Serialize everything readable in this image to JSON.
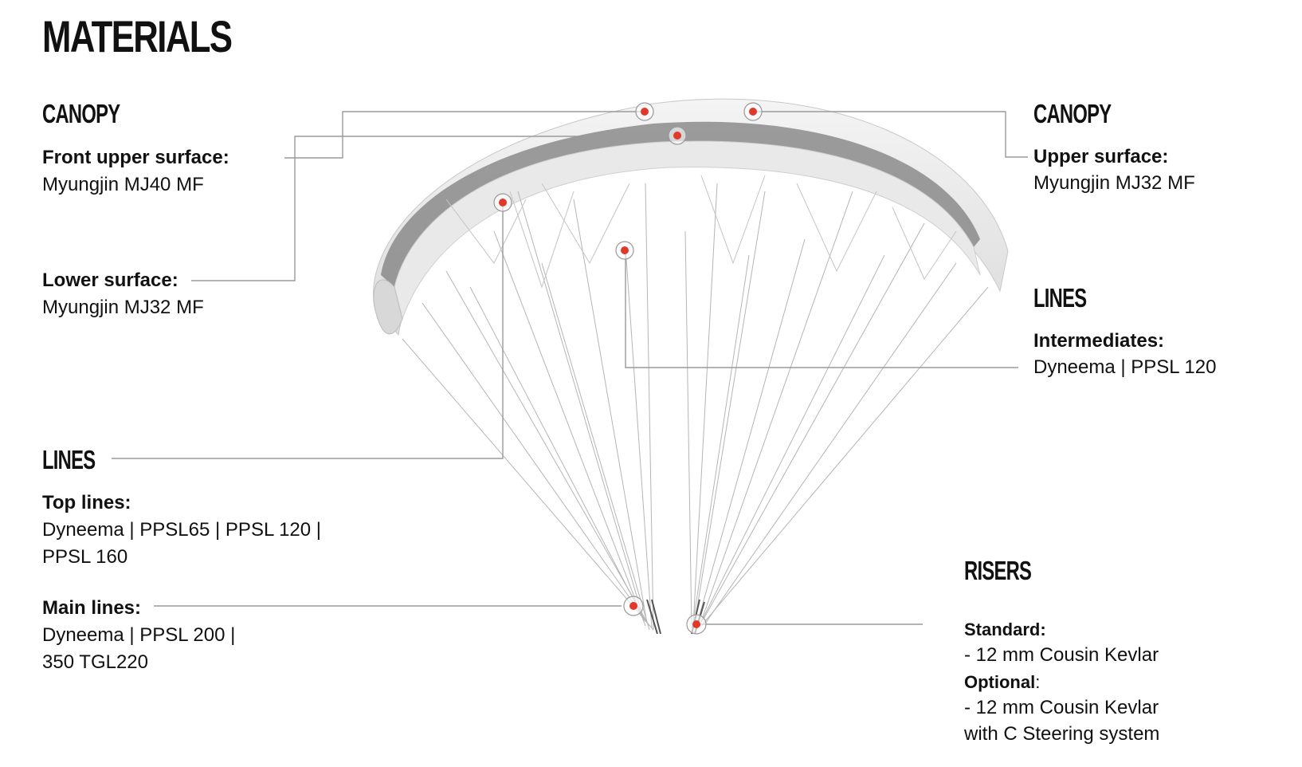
{
  "title": "MATERIALS",
  "canopy_left": {
    "heading": "CANOPY",
    "front_upper_label": "Front upper surface:",
    "front_upper_value": "Myungjin MJ40 MF",
    "lower_label": "Lower surface:",
    "lower_value": "Myungjin MJ32 MF"
  },
  "canopy_right": {
    "heading": "CANOPY",
    "upper_label": "Upper surface:",
    "upper_value": "Myungjin MJ32 MF"
  },
  "lines_right": {
    "heading": "LINES",
    "intermediates_label": "Intermediates:",
    "intermediates_value": "Dyneema | PPSL 120"
  },
  "lines_left": {
    "heading": "LINES",
    "top_label": "Top lines:",
    "top_value_1": "Dyneema | PPSL65 | PPSL 120 |",
    "top_value_2": "PPSL 160",
    "main_label": "Main lines:",
    "main_value_1": "Dyneema | PPSL 200 |",
    "main_value_2": "350 TGL220"
  },
  "risers": {
    "heading": "RISERS",
    "standard_label": "Standard:",
    "standard_value": "- 12 mm Cousin Kevlar",
    "optional_label": "Optional",
    "optional_colon": ":",
    "optional_value_1": "- 12 mm Cousin Kevlar",
    "optional_value_2": "with C Steering system"
  },
  "colors": {
    "marker": "#e0392b",
    "leader_line": "#9a9a9a",
    "text": "#111111"
  }
}
